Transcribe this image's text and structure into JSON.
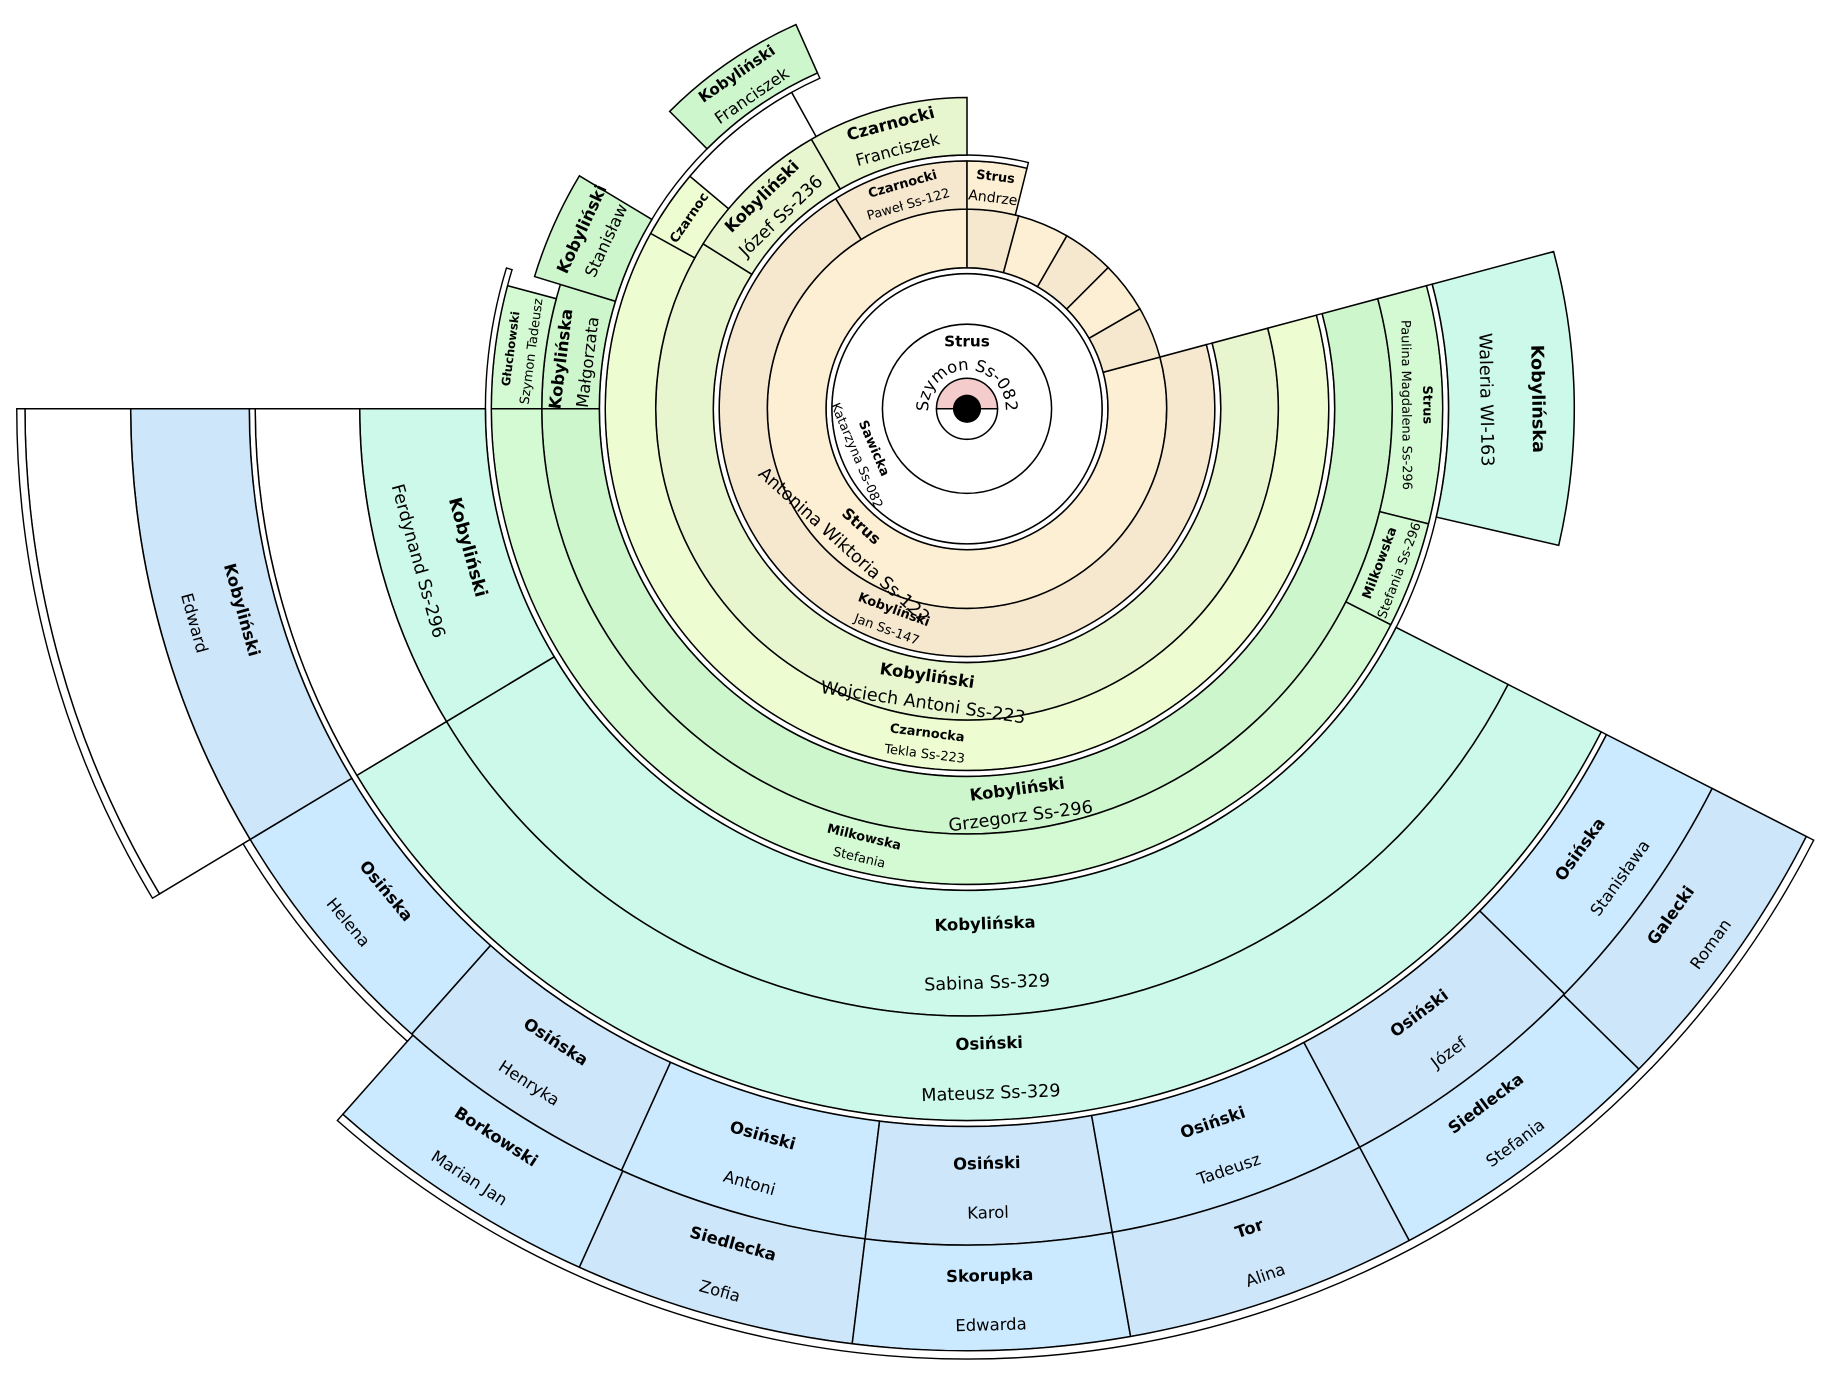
{
  "chart_title": "",
  "palette": {
    "white": "#ffffff",
    "root": "#f4cccc",
    "tanA": "#fcefd4",
    "tanB": "#f5e8cf",
    "g1": "#e8f6d0",
    "g2": "#eefcd2",
    "g3": "#cdf6cd",
    "g4": "#d3fad3",
    "cyan": "#ccf9ea",
    "b1": "#cde6fa",
    "b2": "#cceaff"
  },
  "people": [
    {
      "surname": "Strus",
      "given": "Szymon Ss-082"
    },
    {
      "surname": "Sawicka",
      "given": "Katarzyna Ss-082"
    },
    {
      "surname": "Strus",
      "given": "Antonina Wiktoria Ss-122"
    },
    {
      "surname": "Kobyliński",
      "given": "Jan Ss-147"
    },
    {
      "surname": "Czarnocki",
      "given": "Paweł Ss-122"
    },
    {
      "surname": "Strus",
      "given": "Andrze"
    },
    {
      "surname": "Kobyliński",
      "given": "Wojciech Antoni Ss-223"
    },
    {
      "surname": "Czarnocka",
      "given": "Tekla Ss-223"
    },
    {
      "surname": "Kobyliński",
      "given": "Józef Ss-236"
    },
    {
      "surname": "Czarnocki",
      "given": "Franciszek"
    },
    {
      "surname": "Czarnoc",
      "given": ""
    },
    {
      "surname": "Kobyliński",
      "given": "Franciszek"
    },
    {
      "surname": "Kobyliński",
      "given": "Grzegorz Ss-296"
    },
    {
      "surname": "Milkowska",
      "given": "Stefania"
    },
    {
      "surname": "Strus",
      "given": "Paulina Magdalena Ss-296"
    },
    {
      "surname": "Milkowska",
      "given": "Stefania Ss-296"
    },
    {
      "surname": "Kobylińska",
      "given": "Małgorzata"
    },
    {
      "surname": "Kobyliński",
      "given": "Stanisław"
    },
    {
      "surname": "Głuchowski",
      "given": "Szymon Tadeusz"
    },
    {
      "surname": "Kobylińska",
      "given": "Sabina Ss-329"
    },
    {
      "surname": "Osiński",
      "given": "Mateusz Ss-329"
    },
    {
      "surname": "Kobylińska",
      "given": "Waleria Wl-163"
    },
    {
      "surname": "Kobyliński",
      "given": "Ferdynand Ss-296"
    },
    {
      "surname": "Kobyliński",
      "given": "Edward"
    },
    {
      "surname": "Osińska",
      "given": "Helena"
    },
    {
      "surname": "Osińska",
      "given": "Henryka"
    },
    {
      "surname": "Borkowski",
      "given": "Marian Jan"
    },
    {
      "surname": "Osiński",
      "given": "Antoni"
    },
    {
      "surname": "Siedlecka",
      "given": "Zofia"
    },
    {
      "surname": "Osiński",
      "given": "Karol"
    },
    {
      "surname": "Skorupka",
      "given": "Edwarda"
    },
    {
      "surname": "Osiński",
      "given": "Tadeusz"
    },
    {
      "surname": "Tor",
      "given": "Alina"
    },
    {
      "surname": "Osiński",
      "given": "Józef"
    },
    {
      "surname": "Siedlecka",
      "given": "Stefania"
    },
    {
      "surname": "Osińska",
      "given": "Stanisława"
    },
    {
      "surname": "Galecki",
      "given": "Roman"
    }
  ]
}
